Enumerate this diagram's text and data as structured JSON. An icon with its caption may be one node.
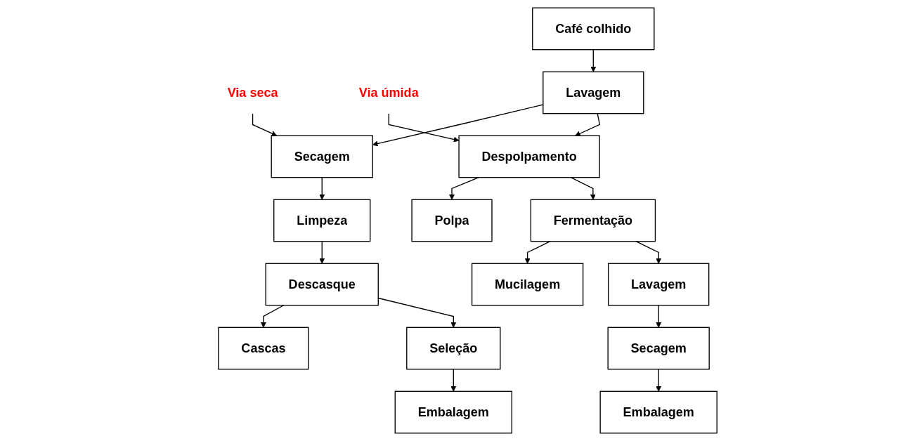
{
  "diagram": {
    "nodes": [
      {
        "text": [
          "Via seca"
        ]
      },
      {
        "text": [
          "Café colhido"
        ]
      },
      {
        "text": [
          "Via úmida"
        ]
      },
      {
        "text": [
          "Secagem"
        ]
      },
      {
        "text": [
          "Lavagem"
        ]
      },
      {
        "text": [
          "Despolpamento"
        ]
      },
      {
        "text": [
          "Polpa"
        ]
      },
      {
        "text": [
          "Limpeza"
        ]
      },
      {
        "text": [
          "Fermentação"
        ]
      },
      {
        "text": [
          "Mucilagem"
        ]
      },
      {
        "text": [
          "Cascas"
        ]
      },
      {
        "text": [
          "Descasque"
        ]
      },
      {
        "text": [
          "Lavagem"
        ]
      },
      {
        "text": [
          "Seleção"
        ]
      },
      {
        "text": [
          "Secagem"
        ]
      },
      {
        "text": [
          "Embalagem"
        ]
      },
      {
        "text": [
          "Embalagem"
        ]
      }
    ],
    "edges": [
      {
        "from": 0,
        "to": 3,
        "arrow": "to"
      },
      {
        "from": 1,
        "to": 4,
        "arrow": "to"
      },
      {
        "from": 4,
        "to": 3,
        "arrow": "to"
      },
      {
        "from": 4,
        "to": 5,
        "arrow": "to"
      },
      {
        "from": 2,
        "to": 5,
        "arrow": "to"
      },
      {
        "from": 5,
        "to": 6,
        "arrow": "to"
      },
      {
        "from": 3,
        "to": 7,
        "arrow": "to"
      },
      {
        "from": 5,
        "to": 8,
        "arrow": "to"
      },
      {
        "from": 8,
        "to": 9,
        "arrow": "to"
      },
      {
        "from": 7,
        "to": 11,
        "arrow": "to"
      },
      {
        "from": 11,
        "to": 10,
        "arrow": "to"
      },
      {
        "from": 8,
        "to": 12,
        "arrow": "to"
      },
      {
        "from": 11,
        "to": 13,
        "arrow": "to"
      },
      {
        "from": 12,
        "to": 14,
        "arrow": "to"
      },
      {
        "from": 13,
        "to": 15,
        "arrow": "to"
      },
      {
        "from": 14,
        "to": 16,
        "arrow": "to"
      }
    ]
  }
}
